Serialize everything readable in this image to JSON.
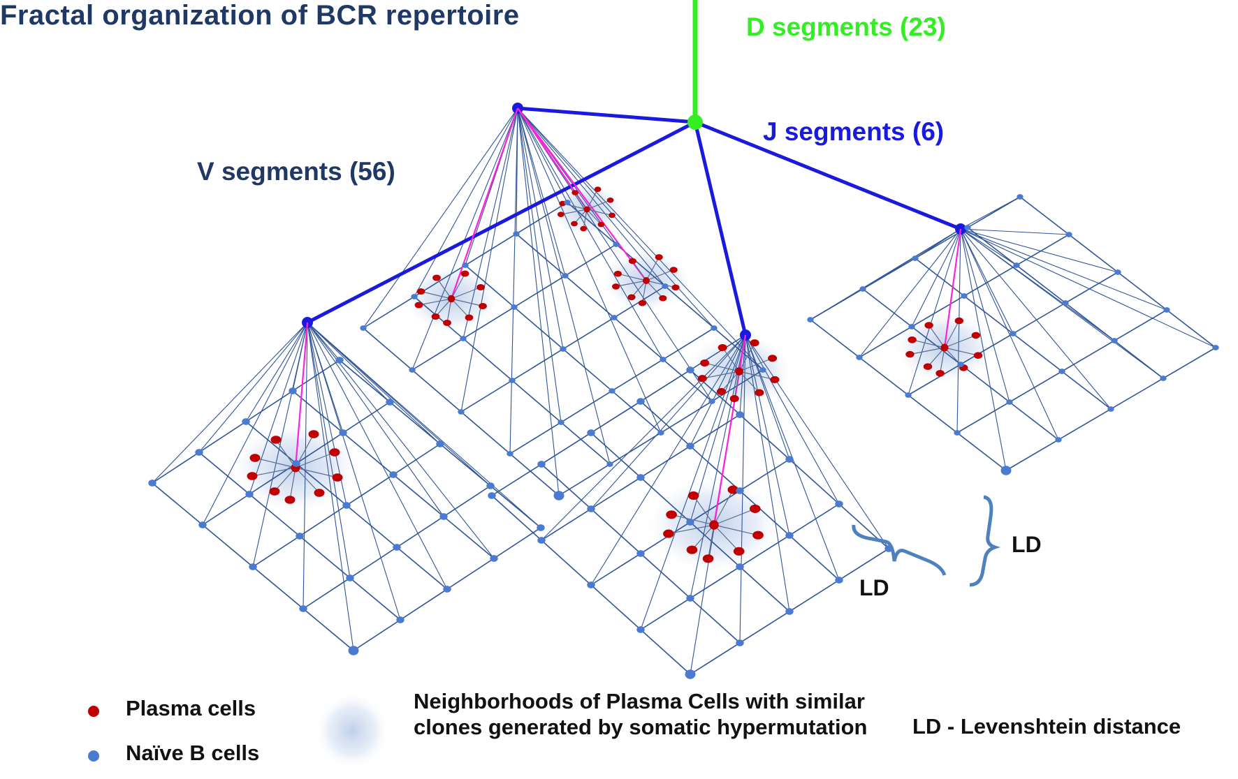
{
  "title": "Fractal organization of BCR repertoire",
  "labels": {
    "d_segments": "D segments  (23)",
    "j_segments": "J segments  (6)",
    "v_segments": "V segments  (56)",
    "ld_right": "LD",
    "ld_left": "LD"
  },
  "legend": {
    "plasma": "Plasma cells",
    "naive": "Naïve B cells",
    "neighborhood": "Neighborhoods of Plasma Cells with similar clones generated by somatic hypermutation",
    "ld_definition": "LD - Levenshtein distance"
  },
  "colors": {
    "title": "#1f3864",
    "d_segment": "#33ee22",
    "j_segment": "#1a1adf",
    "grid_line": "#2f5597",
    "naive_node": "#4a7bd0",
    "plasma_node": "#c00000",
    "plasma_link": "#ff22dd",
    "neighborhood_glow": "#b4c7e7"
  },
  "icons": {
    "plasma": "red-dot",
    "naive": "blue-dot",
    "neighborhood": "blurred-blue-disc"
  }
}
